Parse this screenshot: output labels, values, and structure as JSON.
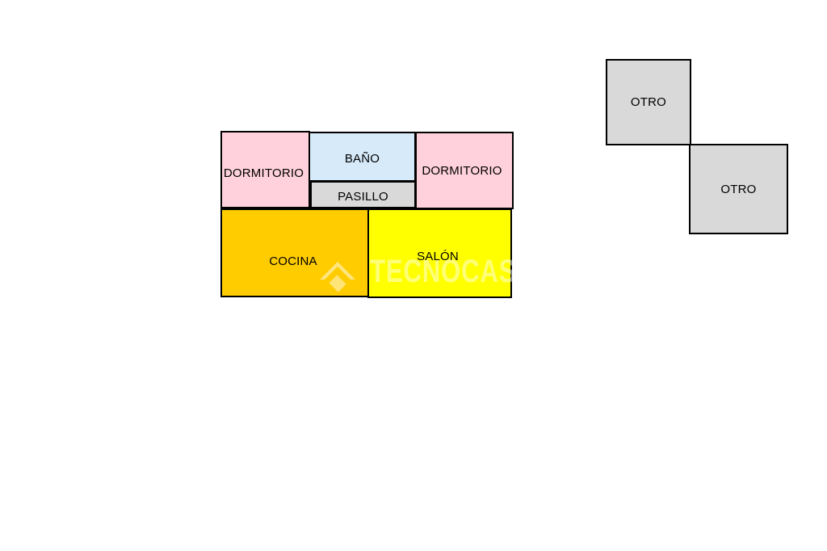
{
  "floorplan": {
    "rooms": {
      "dormitorio_left": {
        "label": "DORMITORIO",
        "color": "#ffd1dc"
      },
      "bano": {
        "label": "BAÑO",
        "color": "#d6eafa"
      },
      "pasillo": {
        "label": "PASILLO",
        "color": "#d9d9d9"
      },
      "dormitorio_right": {
        "label": "DORMITORIO",
        "color": "#ffd1dc"
      },
      "cocina": {
        "label": "COCINA",
        "color": "#ffcc00"
      },
      "salon": {
        "label": "SALÓN",
        "color": "#ffff00"
      },
      "otro_1": {
        "label": "OTRO",
        "color": "#d9d9d9"
      },
      "otro_2": {
        "label": "OTRO",
        "color": "#d9d9d9"
      }
    },
    "watermark": {
      "text": "TECNOCASA",
      "icon": "house-icon"
    }
  }
}
